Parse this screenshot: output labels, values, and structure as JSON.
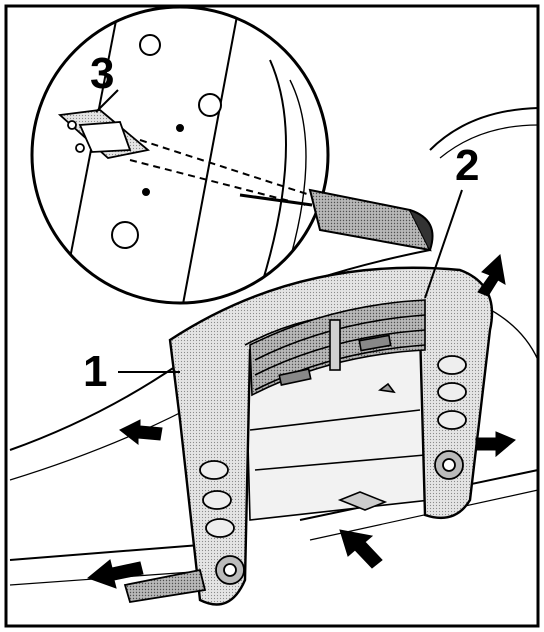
{
  "callouts": [
    {
      "id": "1",
      "label": "1"
    },
    {
      "id": "2",
      "label": "2"
    },
    {
      "id": "3",
      "label": "3"
    }
  ],
  "colors": {
    "ink": "#000000",
    "paper": "#ffffff",
    "trim_fill": "#d6d6d6",
    "vent_fill": "#bdbdbd",
    "handle_fill": "#4a4a4a"
  },
  "icons": [
    "screwdriver-icon",
    "removal-arrow-icon",
    "retaining-clip-icon",
    "magnifier-circle-icon"
  ]
}
